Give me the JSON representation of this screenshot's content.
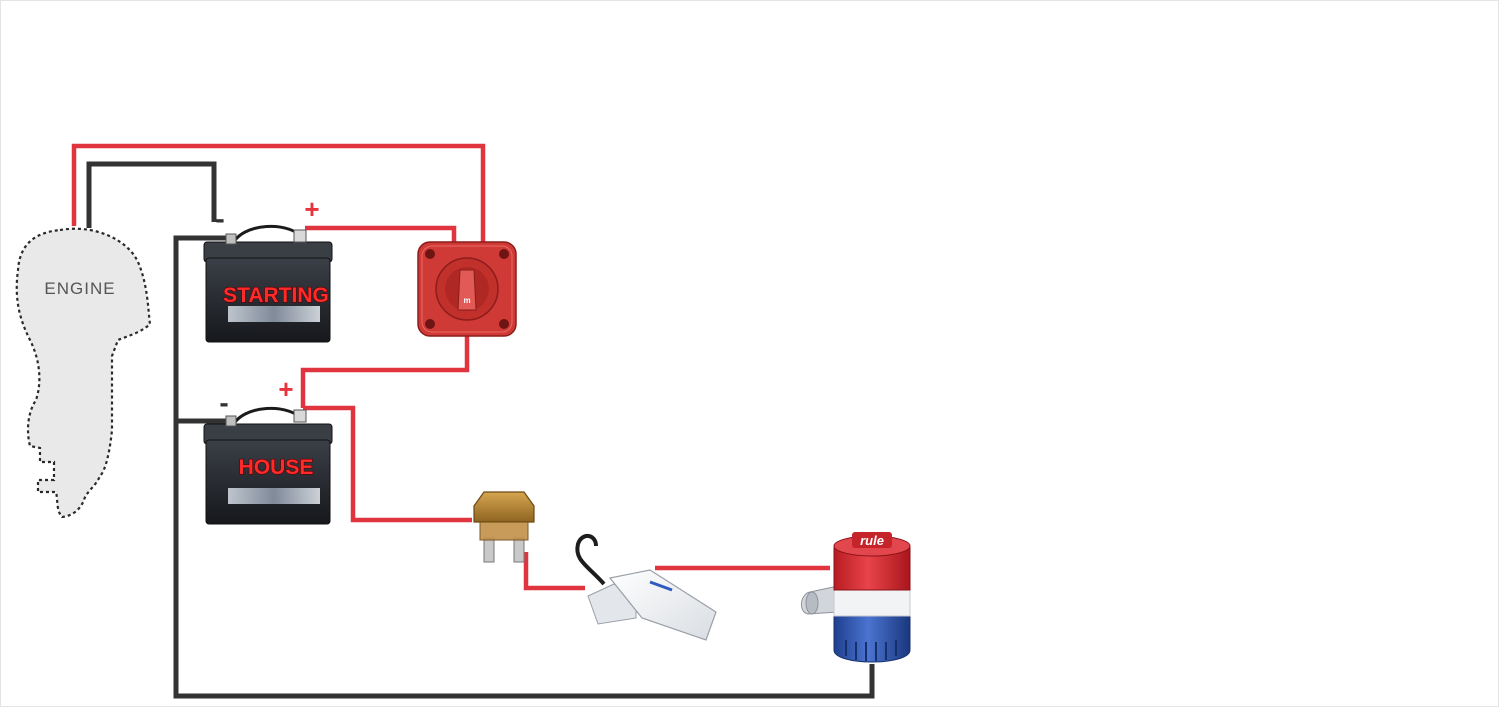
{
  "diagram": {
    "engine": {
      "label": "ENGINE"
    },
    "batteries": [
      {
        "id": "starting",
        "label": "STARTING"
      },
      {
        "id": "house",
        "label": "HOUSE"
      }
    ],
    "terminals": {
      "positive": "+",
      "negative": "-"
    },
    "battery_switch": {
      "center_mark": "m"
    },
    "bilge_pump": {
      "brand": "rule"
    },
    "colors": {
      "positive_wire": "#e0353f",
      "negative_wire": "#333333",
      "engine_fill": "#e9e9ea",
      "battery_body": "#262a31",
      "switch_body": "#d03a36",
      "fuse_body": "#b7862e",
      "pump_top": "#d72c32",
      "pump_base": "#2d57b8"
    },
    "components": [
      "engine",
      "starting-battery",
      "house-battery",
      "battery-switch",
      "fuse",
      "float-switch",
      "bilge-pump"
    ]
  }
}
